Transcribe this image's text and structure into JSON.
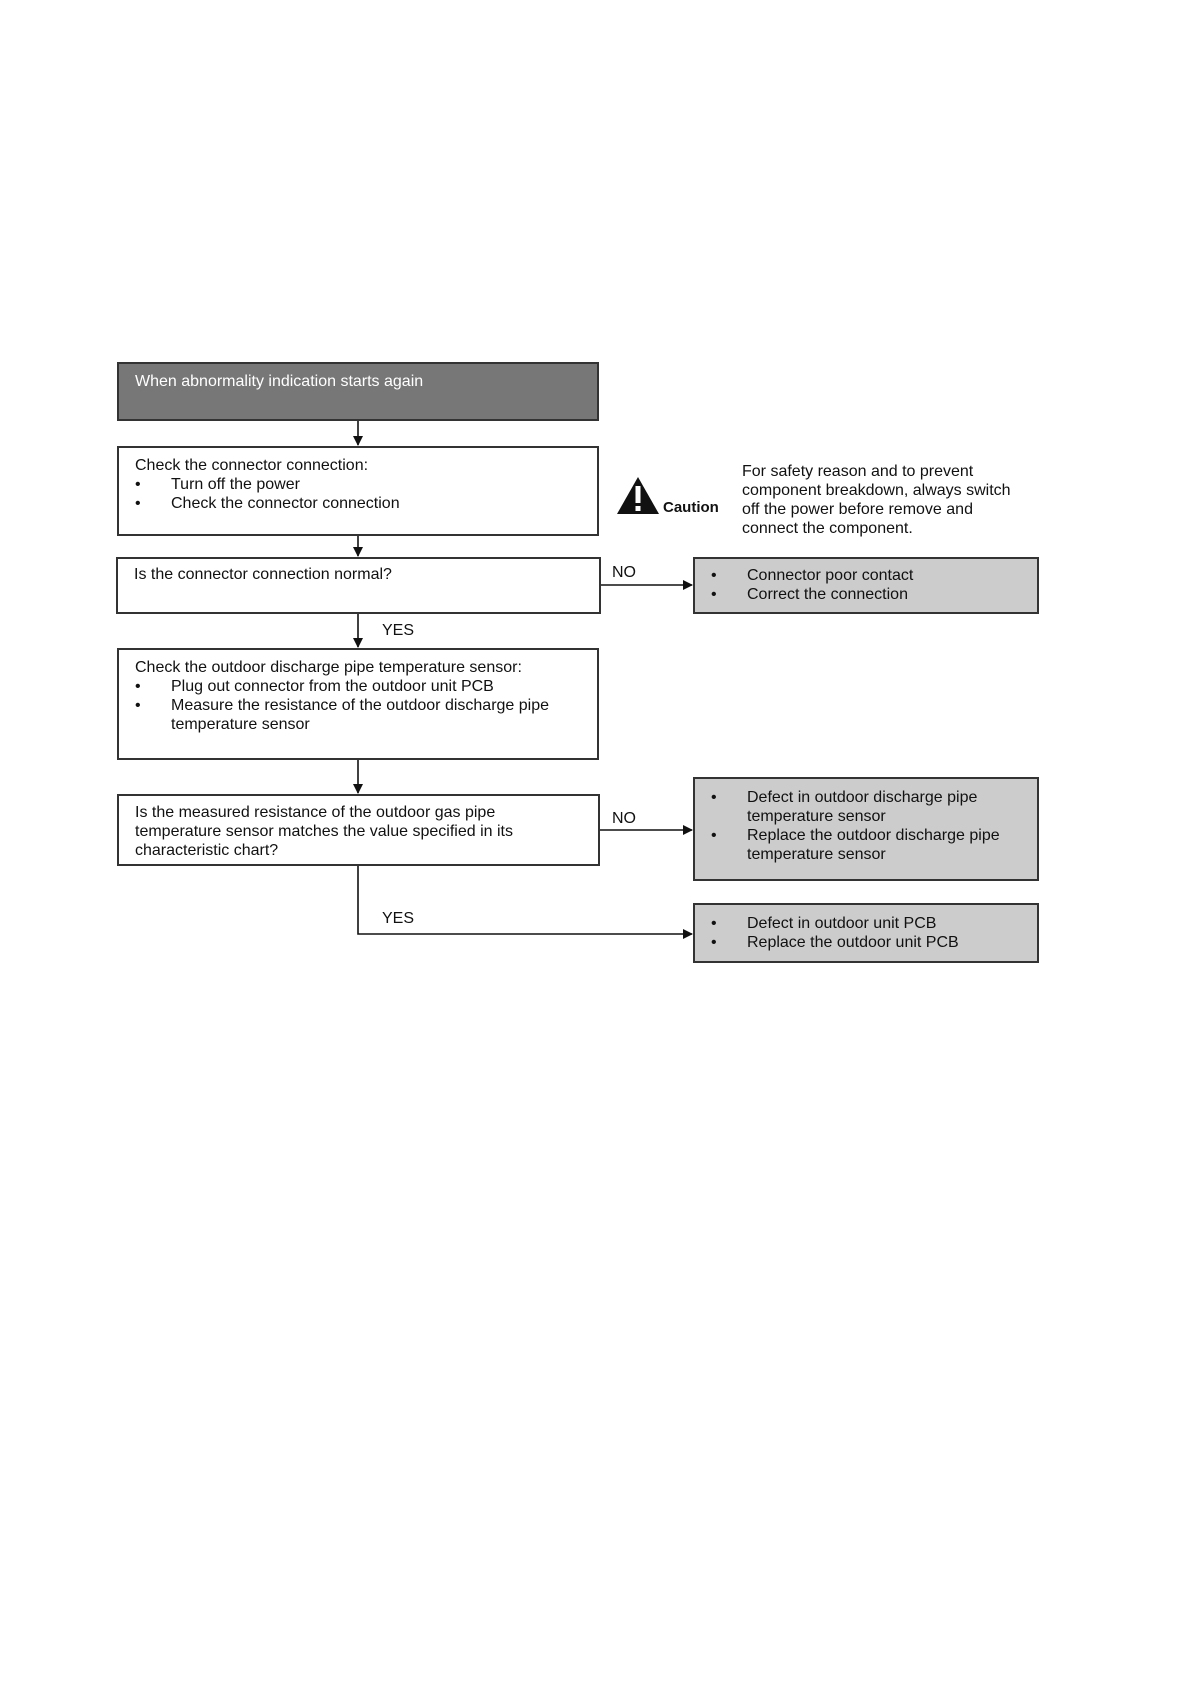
{
  "flow": {
    "start": {
      "title": "When abnormality indication starts again"
    },
    "step1": {
      "title": "Check the connector connection:",
      "items": [
        "Turn off the power",
        "Check the connector connection"
      ]
    },
    "decision1": {
      "question": "Is the connector connection normal?",
      "no_label": "NO",
      "yes_label": "YES"
    },
    "result1": {
      "items": [
        "Connector poor contact",
        "Correct the connection"
      ]
    },
    "step2": {
      "title": "Check the outdoor discharge pipe temperature sensor:",
      "items": [
        "Plug out connector from the outdoor unit PCB",
        "Measure the resistance of the outdoor discharge pipe temperature sensor"
      ]
    },
    "decision2": {
      "question": "Is the measured resistance of the outdoor gas pipe temperature sensor matches the value specified in its characteristic chart?",
      "no_label": "NO",
      "yes_label": "YES"
    },
    "result2": {
      "items": [
        "Defect in outdoor discharge pipe temperature sensor",
        "Replace the outdoor discharge pipe temperature sensor"
      ]
    },
    "result3": {
      "items": [
        "Defect in outdoor unit PCB",
        "Replace the outdoor unit PCB"
      ]
    }
  },
  "caution": {
    "icon": "warning-triangle-icon",
    "label": "Caution",
    "text": "For safety reason and to prevent component breakdown, always switch off the power before remove and connect the component."
  },
  "colors": {
    "start_fill": "#777777",
    "result_fill": "#cccccc",
    "border": "#333333"
  }
}
